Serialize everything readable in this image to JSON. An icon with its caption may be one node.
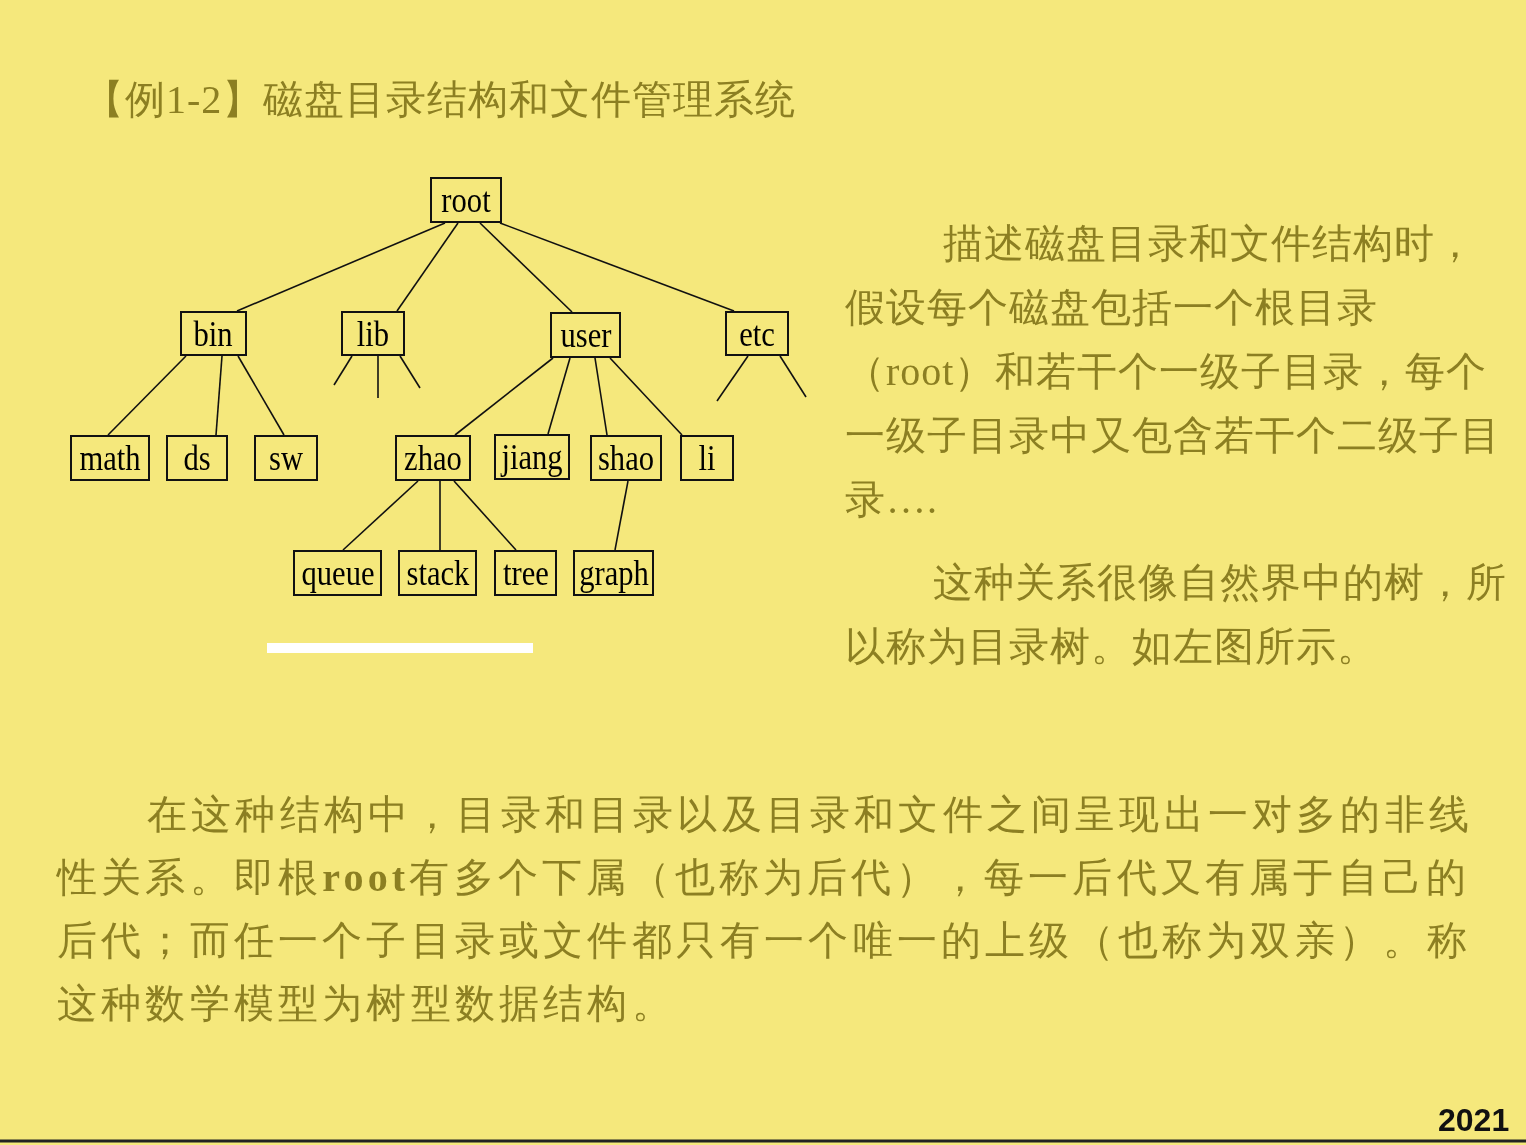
{
  "diagram": {
    "title": "【例1-2】磁盘目录结构和文件管理系统",
    "nodes": [
      {
        "text": [
          "root"
        ]
      },
      {
        "text": [
          "bin"
        ]
      },
      {
        "text": [
          "lib"
        ]
      },
      {
        "text": [
          "user"
        ]
      },
      {
        "text": [
          "etc"
        ]
      },
      {
        "text": [
          "math"
        ]
      },
      {
        "text": [
          "ds"
        ]
      },
      {
        "text": [
          "sw"
        ]
      },
      {
        "text": [
          "zhao"
        ]
      },
      {
        "text": [
          "jiang"
        ]
      },
      {
        "text": [
          "shao"
        ]
      },
      {
        "text": [
          "li"
        ]
      },
      {
        "text": [
          "queue"
        ]
      },
      {
        "text": [
          "stack"
        ]
      },
      {
        "text": [
          "tree"
        ]
      },
      {
        "text": [
          "graph"
        ]
      }
    ],
    "edges": [
      {
        "from": 0,
        "to": 1,
        "arrow": "none"
      },
      {
        "from": 0,
        "to": 2,
        "arrow": "none"
      },
      {
        "from": 0,
        "to": 3,
        "arrow": "none"
      },
      {
        "from": 0,
        "to": 4,
        "arrow": "none"
      },
      {
        "from": 1,
        "to": 5,
        "arrow": "none"
      },
      {
        "from": 1,
        "to": 6,
        "arrow": "none"
      },
      {
        "from": 1,
        "to": 7,
        "arrow": "none"
      },
      {
        "from": 3,
        "to": 8,
        "arrow": "none"
      },
      {
        "from": 3,
        "to": 9,
        "arrow": "none"
      },
      {
        "from": 3,
        "to": 10,
        "arrow": "none"
      },
      {
        "from": 3,
        "to": 11,
        "arrow": "none"
      },
      {
        "from": 8,
        "to": 12,
        "arrow": "none"
      },
      {
        "from": 8,
        "to": 13,
        "arrow": "none"
      },
      {
        "from": 8,
        "to": 14,
        "arrow": "none"
      },
      {
        "from": 10,
        "to": 15,
        "arrow": "none"
      },
      {
        "from": 2,
        "to": null,
        "arrow": "none"
      },
      {
        "from": 2,
        "to": null,
        "arrow": "none"
      },
      {
        "from": 2,
        "to": null,
        "arrow": "none"
      },
      {
        "from": 4,
        "to": null,
        "arrow": "none"
      },
      {
        "from": 4,
        "to": null,
        "arrow": "none"
      }
    ],
    "labels": [
      "描述磁盘目录和文件结构时，假设每个磁盘包括一个根目录（root）和若干个一级子目录，每个一级子目录中又包含若干个二级子目录….",
      "这种关系很像自然界中的树，所以称为目录树。如左图所示。",
      "在这种结构中，目录和目录以及目录和文件之间呈现出一对多的非线性关系。即根**root**有多个下属（也称为后代），每一后代又有属于自己的后代；而任一个子目录或文件都只有一个唯一的上级（也称为双亲）。称这种数学模型为树型数据结构。",
      "2021"
    ]
  }
}
